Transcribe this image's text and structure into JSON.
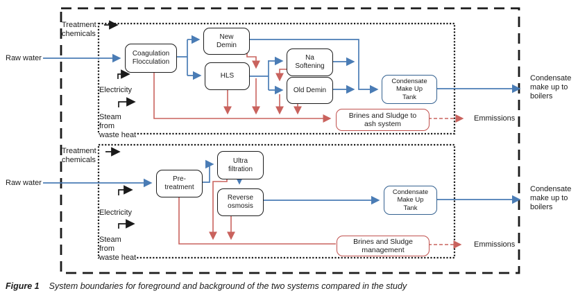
{
  "caption": {
    "label": "Figure 1",
    "text": "System boundaries for foreground and background of the two systems compared in the study"
  },
  "colors": {
    "flow_blue": "#4a7cb5",
    "flow_red": "#c9625d",
    "brines_border_red": "#c0504d",
    "tank_border_blue": "#33608f",
    "line_black": "#1a1a1a"
  },
  "external": {
    "raw_water_label": "Raw water",
    "condensate_output_label": "Condensate\nmake up to\nboilers",
    "emissions_label": "Emmissions"
  },
  "inputs": {
    "treatment_chemicals_label": "Treatment\nchemicals",
    "electricity_label": "Electricity",
    "steam_label": "Steam\nfrom\nwaste heat"
  },
  "system1": {
    "boxes": {
      "coagulation": "Coagulation\nFlocculation",
      "new_demin": "New\nDemin",
      "hls": "HLS",
      "na_softening": "Na\nSoftening",
      "old_demin": "Old Demin",
      "condensate_tank": "Condensate\nMake Up\nTank",
      "brines": "Brines and Sludge to\nash system"
    }
  },
  "system2": {
    "boxes": {
      "pre_treatment": "Pre-\ntreatment",
      "ultra_filtration": "Ultra\nfiltration",
      "reverse_osmosis": "Reverse\nosmosis",
      "condensate_tank": "Condensate\nMake Up\nTank",
      "brines": "Brines and Sludge\nmanagement"
    }
  }
}
